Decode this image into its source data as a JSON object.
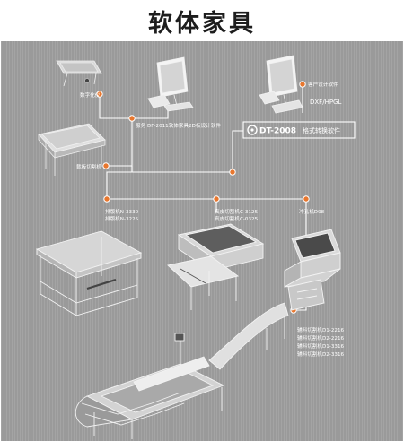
{
  "title": "软体家具",
  "colors": {
    "background": "#9a9a9a",
    "connector": "#ffffff",
    "node_fill": "#e8772e"
  },
  "labels": {
    "digitizer": "数字化仪",
    "cutting_plotter": "裁板切割机",
    "software_2d": "服务 DF-2011软体家具2D板设计软件",
    "customer_software": "客户设计软件",
    "dxf_hpgl": "DXF/HPGL",
    "dt2008_badge": "DT-2008",
    "dt2008_text": "格式转换软件",
    "layer_machine_1": "排版机N-3330",
    "layer_machine_2": "排版机N-3225",
    "leather_cutter_1": "真皮切割机C-3125",
    "leather_cutter_2": "真皮切割机C-0325",
    "punch_machine": "冲孔机D98",
    "aux_cutter_1": "辅料切割机D1-2216",
    "aux_cutter_2": "辅料切割机D2-2216",
    "aux_cutter_3": "辅料切割机D1-3316",
    "aux_cutter_4": "辅料切割机D2-3316"
  }
}
